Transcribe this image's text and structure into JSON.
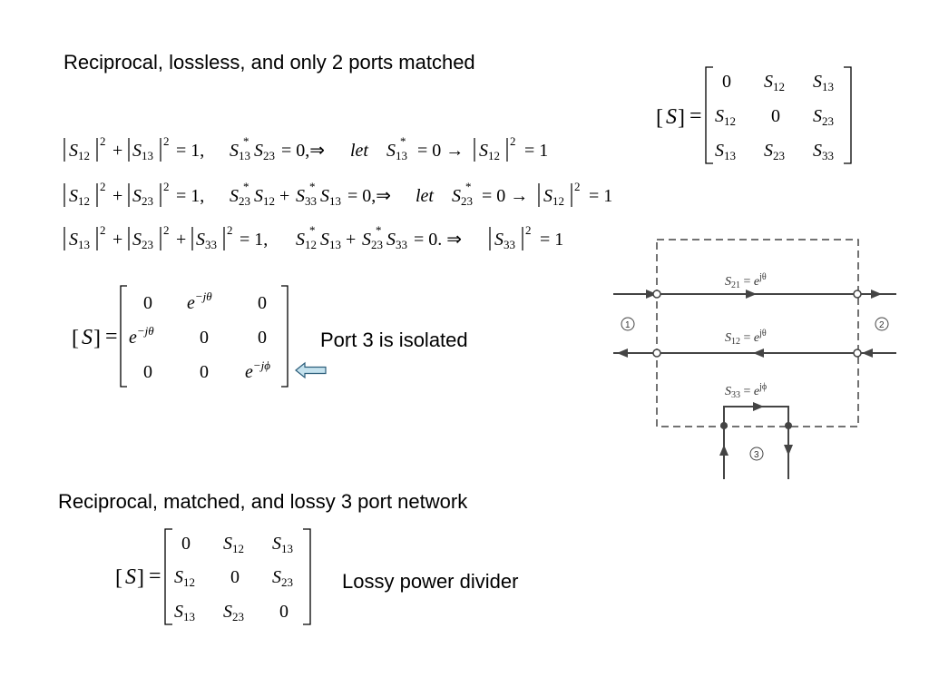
{
  "section1": {
    "heading": "Reciprocal, lossless, and only 2 ports matched",
    "smatrix": {
      "lhs": "S",
      "rows": [
        [
          {
            "v": "0"
          },
          {
            "v": "S",
            "sub": "12"
          },
          {
            "v": "S",
            "sub": "13"
          }
        ],
        [
          {
            "v": "S",
            "sub": "12"
          },
          {
            "v": "0"
          },
          {
            "v": "S",
            "sub": "23"
          }
        ],
        [
          {
            "v": "S",
            "sub": "13"
          },
          {
            "v": "S",
            "sub": "23"
          },
          {
            "v": "S",
            "sub": "33"
          }
        ]
      ]
    },
    "eq1": {
      "a1": "12",
      "a2": "13",
      "mid": "S",
      "midsub1": "13",
      "midsub2": "23",
      "tail_sub": "13",
      "result_sub": "12"
    },
    "eq2": {
      "a1": "12",
      "a2": "23",
      "tail_sub": "23",
      "result_sub": "12"
    },
    "eq3": {
      "result_sub": "33"
    }
  },
  "section2": {
    "matrix": {
      "rows": [
        [
          "0",
          "e^{-jθ}",
          "0"
        ],
        [
          "e^{-jθ}",
          "0",
          "0"
        ],
        [
          "0",
          "0",
          "e^{-jφ}"
        ]
      ]
    },
    "caption": "Port 3 is isolated"
  },
  "diagram": {
    "s21_label": "S21 = e^{jθ}",
    "s12_label": "S12 = e^{jθ}",
    "s33_label": "S33 = e^{jφ}",
    "port1": "1",
    "port2": "2",
    "port3": "3"
  },
  "section3": {
    "heading": "Reciprocal, matched, and lossy 3 port network",
    "smatrix": {
      "rows": [
        [
          {
            "v": "0"
          },
          {
            "v": "S",
            "sub": "12"
          },
          {
            "v": "S",
            "sub": "13"
          }
        ],
        [
          {
            "v": "S",
            "sub": "12"
          },
          {
            "v": "0"
          },
          {
            "v": "S",
            "sub": "23"
          }
        ],
        [
          {
            "v": "S",
            "sub": "13"
          },
          {
            "v": "S",
            "sub": "23"
          },
          {
            "v": "0"
          }
        ]
      ]
    },
    "caption": "Lossy power divider"
  },
  "colors": {
    "arrow_fill": "#c5e2ee",
    "arrow_stroke": "#2b5d7a",
    "diagram_line": "#444444"
  }
}
